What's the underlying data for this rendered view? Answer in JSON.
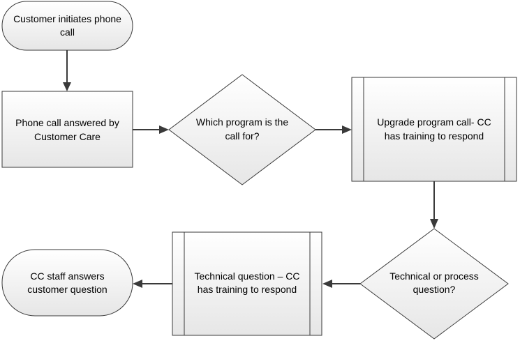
{
  "nodes": {
    "start": {
      "line1": "Customer initiates phone",
      "line2": "call"
    },
    "answered": {
      "line1": "Phone call answered by",
      "line2": "Customer Care"
    },
    "which_program": {
      "line1": "Which program is the",
      "line2": "call for?"
    },
    "upgrade": {
      "line1": "Upgrade program call- CC",
      "line2": "has training to respond"
    },
    "tech_or_process": {
      "line1": "Technical or process",
      "line2": "question?"
    },
    "technical": {
      "line1": "Technical question – CC",
      "line2": "has training to respond"
    },
    "end": {
      "line1": "CC staff answers",
      "line2": "customer question"
    }
  },
  "colors": {
    "fill_top": "#ffffff",
    "fill_bottom": "#e6e6e6",
    "stroke": "#3a3a3a"
  }
}
